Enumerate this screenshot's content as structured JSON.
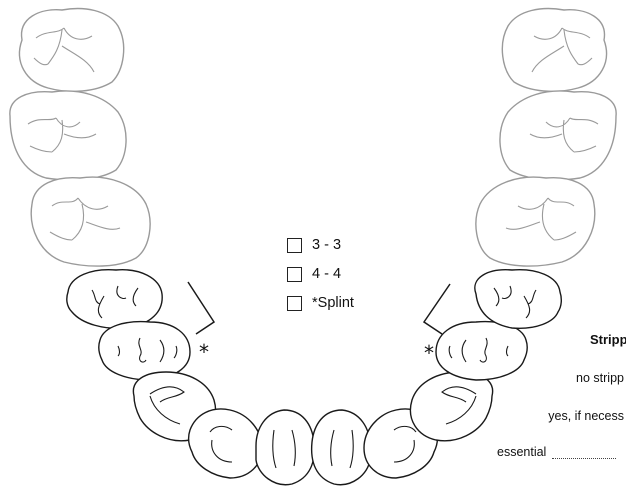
{
  "options": [
    {
      "label": "3 - 3",
      "checked": false
    },
    {
      "label": "4 - 4",
      "checked": false
    },
    {
      "label": "*Splint",
      "checked": false
    }
  ],
  "markers": {
    "left": "*",
    "right": "*"
  },
  "stripping": {
    "title": "Stripp",
    "opt1": "no stripp",
    "opt2": "yes, if necess",
    "opt3": "essential"
  },
  "colors": {
    "upper_outline": "#9a9a9a",
    "lower_outline": "#1a1a1a"
  }
}
